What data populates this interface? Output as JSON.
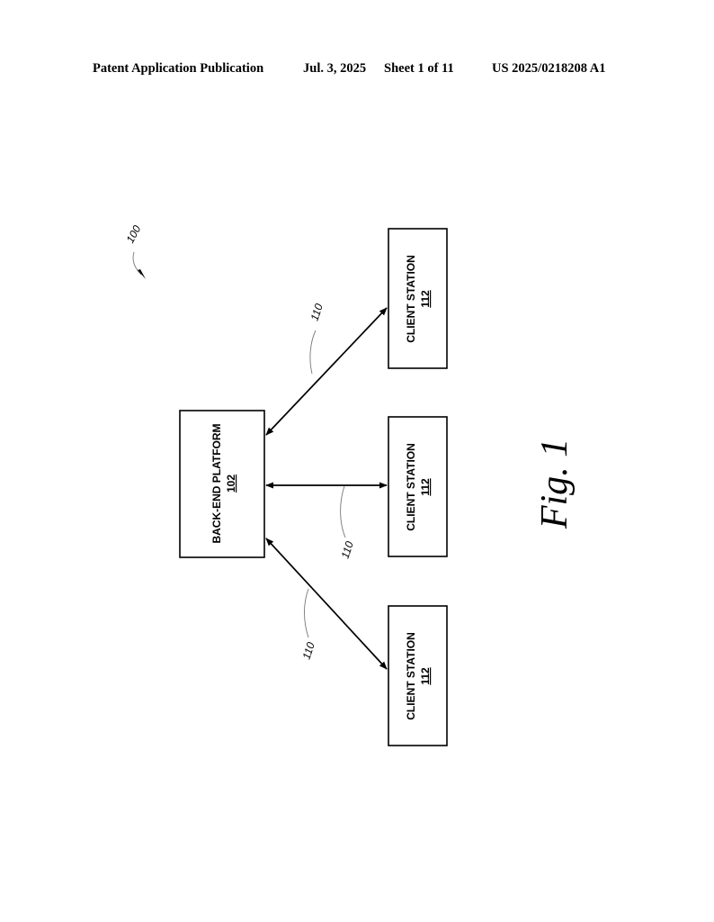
{
  "header": {
    "publication": "Patent Application Publication",
    "date": "Jul. 3, 2025",
    "sheet": "Sheet 1 of 11",
    "number": "US 2025/0218208 A1"
  },
  "figure": {
    "system_ref": "100",
    "backend": {
      "label": "BACK-END PLATFORM",
      "ref": "102"
    },
    "client_stations": [
      {
        "label": "CLIENT STATION",
        "ref": "112"
      },
      {
        "label": "CLIENT STATION",
        "ref": "112"
      },
      {
        "label": "CLIENT STATION",
        "ref": "112"
      }
    ],
    "links": [
      {
        "ref": "110"
      },
      {
        "ref": "110"
      },
      {
        "ref": "110"
      }
    ],
    "caption": "Fig. 1"
  }
}
